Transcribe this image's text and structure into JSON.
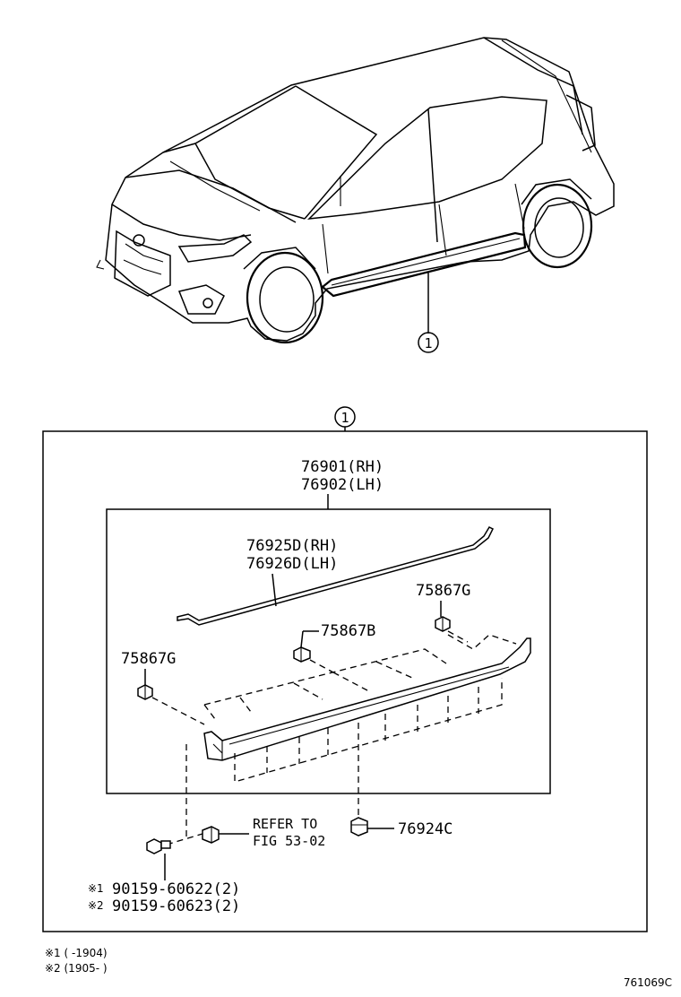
{
  "callout_marker": "1",
  "labels": {
    "p76901": "76901(RH)",
    "p76902": "76902(LH)",
    "p76925d": "76925D(RH)",
    "p76926d": "76926D(LH)",
    "p75867g_right": "75867G",
    "p75867b": "75867B",
    "p75867g_left": "75867G",
    "refer_line1": "REFER TO",
    "refer_line2": "FIG 53-02",
    "p76924c": "76924C",
    "screw1_mark": "※1",
    "screw1": "90159-60622(2)",
    "screw2_mark": "※2",
    "screw2": "90159-60623(2)"
  },
  "footnotes": {
    "note1": "※1 (    -1904)",
    "note2": "※2 (1905-     )"
  },
  "figure_code": "761069C"
}
